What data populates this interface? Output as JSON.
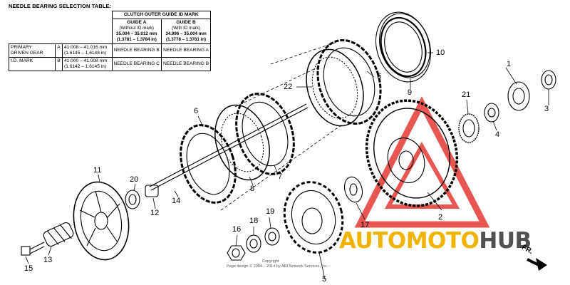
{
  "table": {
    "title": "NEEDLE BEARING SELECTION TABLE:",
    "header": "CLUTCH OUTER GUIDE ID MARK",
    "guide_a": {
      "name": "GUIDE A",
      "mark": "(Without ID mark)",
      "dim_mm": "35.004 – 35.012 mm",
      "dim_in": "(1.3781 – 1.3784 in)"
    },
    "guide_b": {
      "name": "GUIDE B",
      "mark": "(With ID mark)",
      "dim_mm": "34.996 – 35.004 mm",
      "dim_in": "(1.3778 – 1.3781 in)"
    },
    "row_label_1": "PRIMARY",
    "row_label_2": "DRIVEN GEAR",
    "row_label_3": "I.D. MARK",
    "rows": [
      {
        "mark": "A",
        "dim_mm": "41.008 – 41.016 mm",
        "dim_in": "(1.6145 – 1.6148 in)",
        "guide_a": "NEEDLE BEARING B",
        "guide_b": "NEEDLE BEARING A"
      },
      {
        "mark": "B",
        "dim_mm": "41.000 – 41.008 mm",
        "dim_in": "(1.6142 – 1.6145 in)",
        "guide_a": "NEEDLE BEARING C",
        "guide_b": "NEEDLE BEARING B"
      }
    ]
  },
  "callouts": [
    "1",
    "2",
    "3",
    "4",
    "5",
    "6",
    "6",
    "7",
    "8",
    "9",
    "10",
    "11",
    "12",
    "13",
    "14",
    "15",
    "16",
    "17",
    "18",
    "19",
    "20",
    "21",
    "22"
  ],
  "copyright_1": "Copyright",
  "copyright_2": "Page design © 2004 – 2014 by ARI Network Services, Inc.",
  "watermark": {
    "part1": "AUTOMOTO",
    "part2": "HUB",
    "color1": "#f0b400",
    "color2": "#505050",
    "triangle_color": "#e53935"
  },
  "direction_label": "FR."
}
